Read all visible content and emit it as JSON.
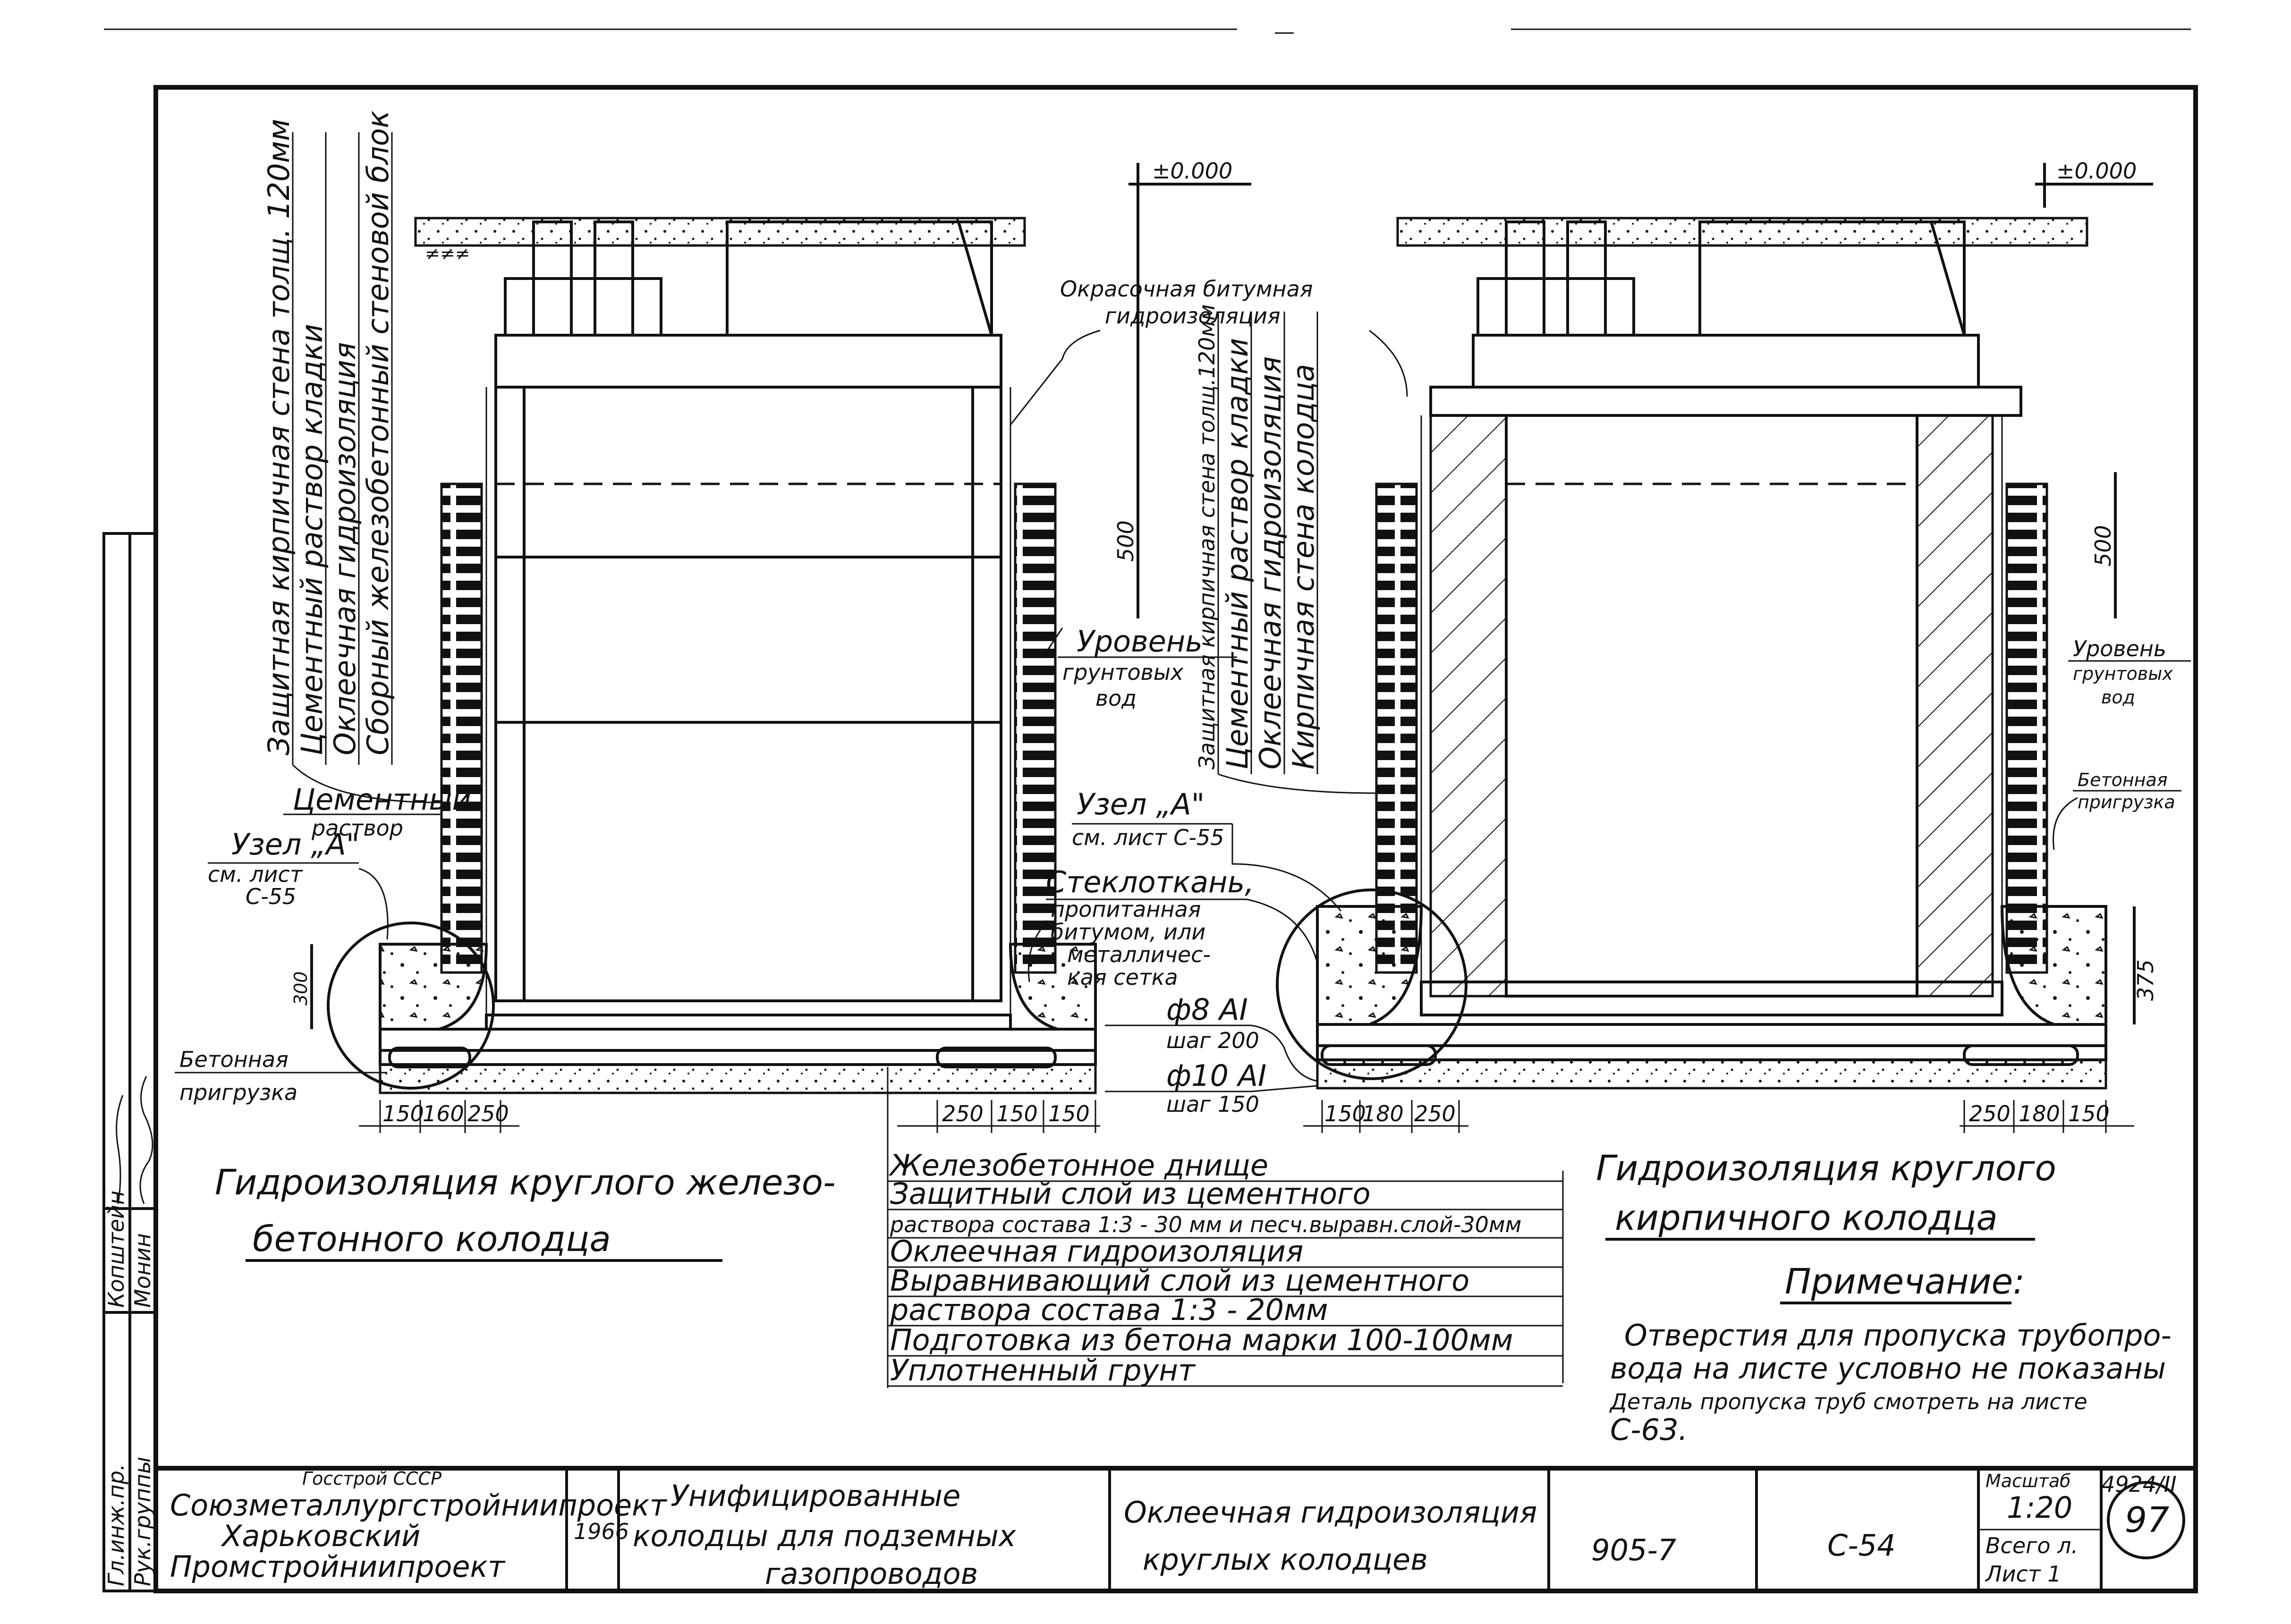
{
  "elevation_left": "±0.000",
  "elevation_right": "±0.000",
  "left_layers": {
    "items": [
      "Защитная кирпичная стена толщ. 120мм",
      "Цементный раствор кладки",
      "Оклеечная гидроизоляция",
      "Сборный железобетонный стеновой блок"
    ]
  },
  "right_layers": {
    "items": [
      "Защитная кирпичная стена толщ.120мм",
      "Цементный раствор кладки",
      "Оклеечная гидроизоляция",
      "Кирпичная стена колодца"
    ]
  },
  "labels": {
    "bitumen_1": "Окрасочная битумная",
    "bitumen_2": "гидроизоляция",
    "dim_500_left": "500",
    "dim_500_right": "500",
    "gw_left_1": "Уровень",
    "gw_left_2": "грунтовых",
    "gw_left_3": "вод",
    "gw_right_1": "Уровень",
    "gw_right_2": "грунтовых",
    "gw_right_3": "вод",
    "cement_1": "Цементный",
    "cement_2": "раствор",
    "node_left_1": "Узел „А\"",
    "node_left_2": "см. лист",
    "node_left_3": "С-55",
    "node_mid_1": "Узел „А\"",
    "node_mid_2": "см. лист С-55",
    "fiberglass_1": "Стеклоткань,",
    "fiberglass_2": "пропитанная",
    "fiberglass_3": "битумом, или",
    "fiberglass_4": "металличес-",
    "fiberglass_5": "кая сетка",
    "rebar_1": "ф8 АI",
    "rebar_2": "шаг 200",
    "rebar_3": "ф10 АI",
    "rebar_4": "шаг 150",
    "ballast_left_1": "Бетонная",
    "ballast_left_2": "пригрузка",
    "ballast_right_1": "Бетонная",
    "ballast_right_2": "пригрузка",
    "dim_300": "300",
    "dim_375": "375"
  },
  "dims": {
    "left": [
      "150",
      "160",
      "250"
    ],
    "mid": [
      "250",
      "150",
      "150"
    ],
    "right_a": [
      "150",
      "180",
      "250"
    ],
    "right_b": [
      "250",
      "180",
      "150"
    ]
  },
  "captions": {
    "left_1": "Гидроизоляция круглого железо-",
    "left_2": "бетонного колодца",
    "right_1": "Гидроизоляция круглого",
    "right_2": "кирпичного колодца"
  },
  "bottom_layers": {
    "items": [
      "Железобетонное днище",
      "Защитный слой из цементного",
      "раствора состава 1:3 - 30 мм и песч.выравн.слой-30мм",
      "Оклеечная гидроизоляция",
      "Выравнивающий слой из цементного",
      "раствора состава 1:3 - 20мм",
      "Подготовка из бетона марки 100-100мм",
      "Уплотненный грунт"
    ]
  },
  "note": {
    "title": "Примечание:",
    "line1": "Отверстия для пропуска трубопро-",
    "line2": "вода на листе условно не показаны",
    "line3": "Деталь пропуска труб смотреть на листе",
    "line4": "С-63."
  },
  "inventory_number": "4924/II",
  "title_block": {
    "org1": "Госстрой СССР",
    "org2": "Союзметаллургстройниипроект",
    "org3": "Харьковский",
    "org4": "Промстройниипроект",
    "year": "1966",
    "project1": "Унифицированные",
    "project2": "колодцы для подземных",
    "project3": "газопроводов",
    "sheet_title1": "Оклеечная гидроизоляция",
    "sheet_title2": "круглых колодцев",
    "series": "905-7",
    "sheet_code": "С-54",
    "scale_label": "Масштаб",
    "scale_value": "1:20",
    "total_label": "Всего л.",
    "sheet_label": "Лист 1",
    "page": "97"
  },
  "side_stamp": {
    "r1": "Гл.инж.пр.",
    "r2": "Рук.группы",
    "n1": "Копштейн",
    "n2": "Монин"
  }
}
